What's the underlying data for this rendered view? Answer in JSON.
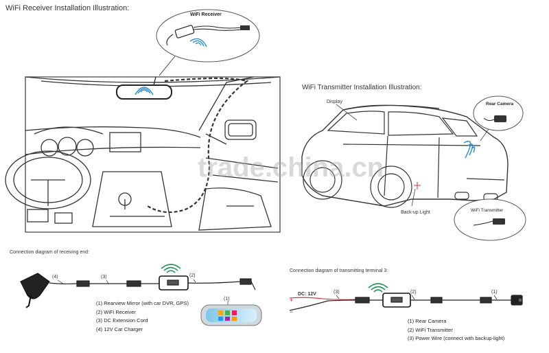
{
  "receiver": {
    "title": "WiFi Receiver Installation Illustration:",
    "bubble_label": "WiFi Receiver"
  },
  "transmitter": {
    "title": "WiFi Transmitter Installation Illustration:",
    "display_label": "Display",
    "rear_camera_label": "Rear Camera",
    "backup_light_label": "Back-up Light",
    "bubble_label": "WiFi Transmitter"
  },
  "watermark": "trade.china.cn",
  "receiving_end": {
    "title": "Connection diagram of receiving end:",
    "callouts": [
      "(4)",
      "(3)",
      "(2)",
      "(1)"
    ],
    "legend": [
      "(1) Rearview Mirror (with car DVR, GPS)",
      "(2) WiFi Receiver",
      "(3) DC Extension Cord",
      "(4) 12V Car Charger"
    ]
  },
  "transmitting_end": {
    "title": "Connection diagram of transmitting terminal 3:",
    "dc_label": "DC: 12V",
    "plus": "+",
    "minus": "−",
    "callouts": [
      "(3)",
      "(2)",
      "(1)"
    ],
    "legend": [
      "(1) Rear Camera",
      "(2) WiFi Transmitter",
      "(3) Power Wire (connect with backup-light)"
    ]
  }
}
